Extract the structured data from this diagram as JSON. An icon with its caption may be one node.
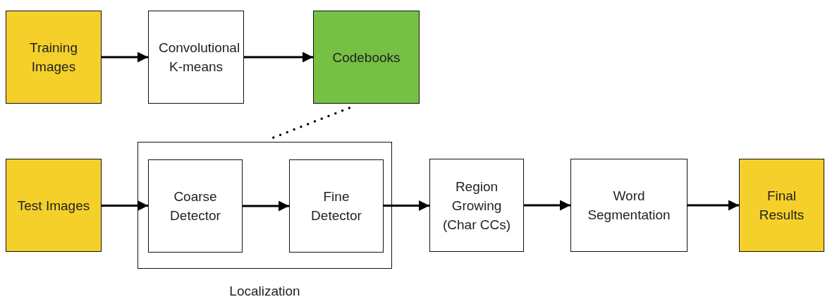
{
  "diagram": {
    "nodes": [
      {
        "text": [
          "Training Images"
        ]
      },
      {
        "text": [
          "Convolutional K-means"
        ]
      },
      {
        "text": [
          "Codebooks"
        ]
      },
      {
        "text": [
          "Test Images"
        ]
      },
      {
        "text": [
          "Localization"
        ]
      },
      {
        "text": [
          "Coarse Detector"
        ],
        "in": 4
      },
      {
        "text": [
          "Fine Detector"
        ],
        "in": 4
      },
      {
        "text": [
          "Region Growing (Char CCs)"
        ]
      },
      {
        "text": [
          "Word Segmentation"
        ]
      },
      {
        "text": [
          "Final Results"
        ]
      }
    ],
    "edges": [
      {
        "from": 0,
        "to": 1,
        "arrow": "to"
      },
      {
        "from": 1,
        "to": 2,
        "arrow": "to"
      },
      {
        "from": 2,
        "to": 4,
        "arrow": "none",
        "style": "dashed"
      },
      {
        "from": 3,
        "to": 5,
        "arrow": "to"
      },
      {
        "from": 5,
        "to": 6,
        "arrow": "to"
      },
      {
        "from": 6,
        "to": 7,
        "arrow": "to"
      },
      {
        "from": 7,
        "to": 8,
        "arrow": "to"
      },
      {
        "from": 8,
        "to": 9,
        "arrow": "to"
      }
    ]
  }
}
